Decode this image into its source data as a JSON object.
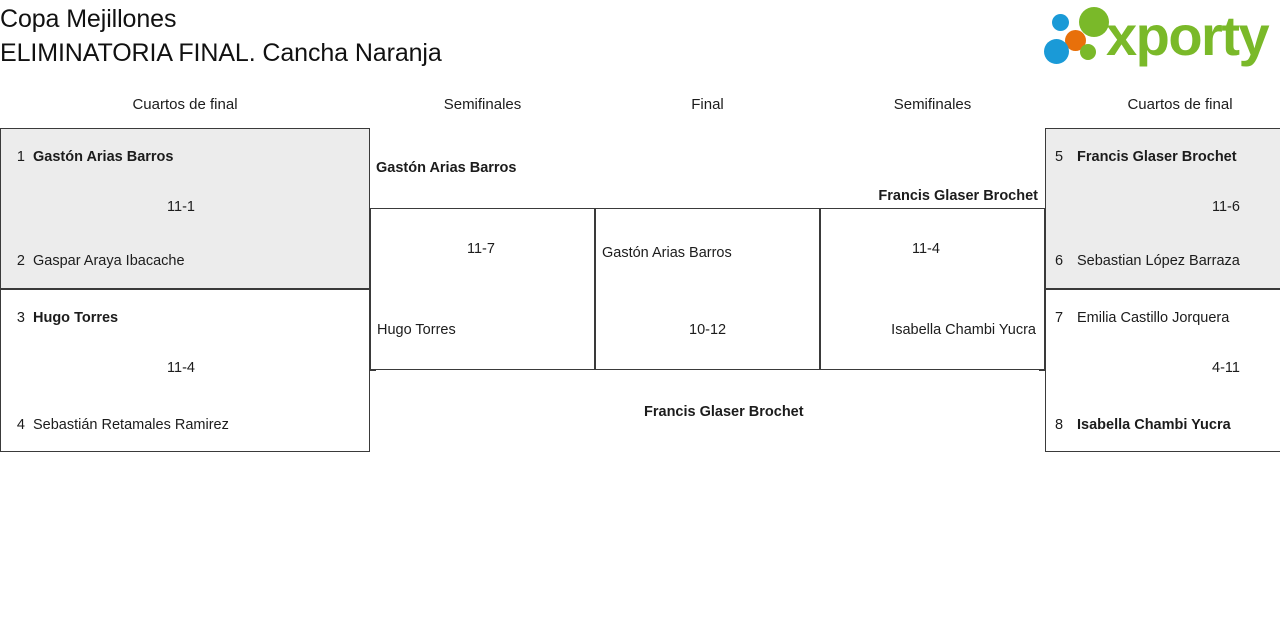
{
  "header": {
    "title_line1": "Copa Mejillones",
    "title_line2": "ELIMINATORIA FINAL. Cancha Naranja",
    "logo": {
      "wordmark": "xporty",
      "dots": [
        "blue-small",
        "orange",
        "green-big",
        "blue-big",
        "green-small"
      ],
      "colors": {
        "green": "#7ab929",
        "blue": "#1a9ad7",
        "orange": "#e8700a"
      }
    }
  },
  "rounds": {
    "left_quarters": "Cuartos de final",
    "left_semis": "Semifinales",
    "final": "Final",
    "right_semis": "Semifinales",
    "right_quarters": "Cuartos de final"
  },
  "bracket": {
    "left_quarterfinals": [
      {
        "shaded": true,
        "top": {
          "seed": "1",
          "name": "Gastón Arias Barros",
          "winner": true
        },
        "bottom": {
          "seed": "2",
          "name": "Gaspar Araya Ibacache",
          "winner": false
        },
        "score": "11-1"
      },
      {
        "shaded": false,
        "top": {
          "seed": "3",
          "name": "Hugo Torres",
          "winner": true
        },
        "bottom": {
          "seed": "4",
          "name": "Sebastián Retamales Ramirez",
          "winner": false
        },
        "score": "11-4"
      }
    ],
    "left_semifinal": {
      "above_label": "Gastón Arias Barros",
      "above_winner": true,
      "inside_label": "Hugo Torres",
      "score": "11-7"
    },
    "final": {
      "inside_label": "Gastón Arias Barros",
      "below_label": "Francis Glaser Brochet",
      "below_winner": true,
      "score": "10-12"
    },
    "right_semifinal": {
      "above_label": "Francis Glaser Brochet",
      "above_winner": true,
      "inside_label": "Isabella Chambi Yucra",
      "score": "11-4"
    },
    "right_quarterfinals": [
      {
        "shaded": true,
        "top": {
          "seed": "5",
          "name": "Francis Glaser Brochet",
          "winner": true
        },
        "bottom": {
          "seed": "6",
          "name": "Sebastian López Barraza",
          "winner": false
        },
        "score": "11-6"
      },
      {
        "shaded": false,
        "top": {
          "seed": "7",
          "name": "Emilia Castillo Jorquera",
          "winner": false
        },
        "bottom": {
          "seed": "8",
          "name": "Isabella Chambi Yucra",
          "winner": true
        },
        "score": "4-11"
      }
    ]
  }
}
